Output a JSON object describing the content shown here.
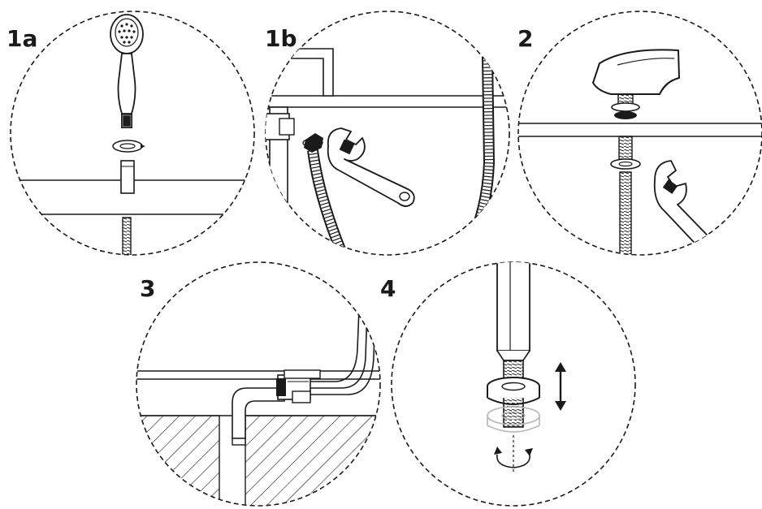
{
  "steps": [
    {
      "id": "1a",
      "label": "1a"
    },
    {
      "id": "1b",
      "label": "1b"
    },
    {
      "id": "2",
      "label": "2"
    },
    {
      "id": "3",
      "label": "3"
    },
    {
      "id": "4",
      "label": "4"
    }
  ],
  "colors": {
    "line": "#1a1a1a",
    "background": "#ffffff",
    "hatch": "#1a1a1a",
    "ghost": "#b5b5b5"
  },
  "icons": [
    "shower-handset-icon",
    "wrench-icon",
    "spout-icon",
    "hose-icon",
    "threaded-stud-icon",
    "rotate-arrow-icon",
    "up-down-arrow-icon"
  ]
}
